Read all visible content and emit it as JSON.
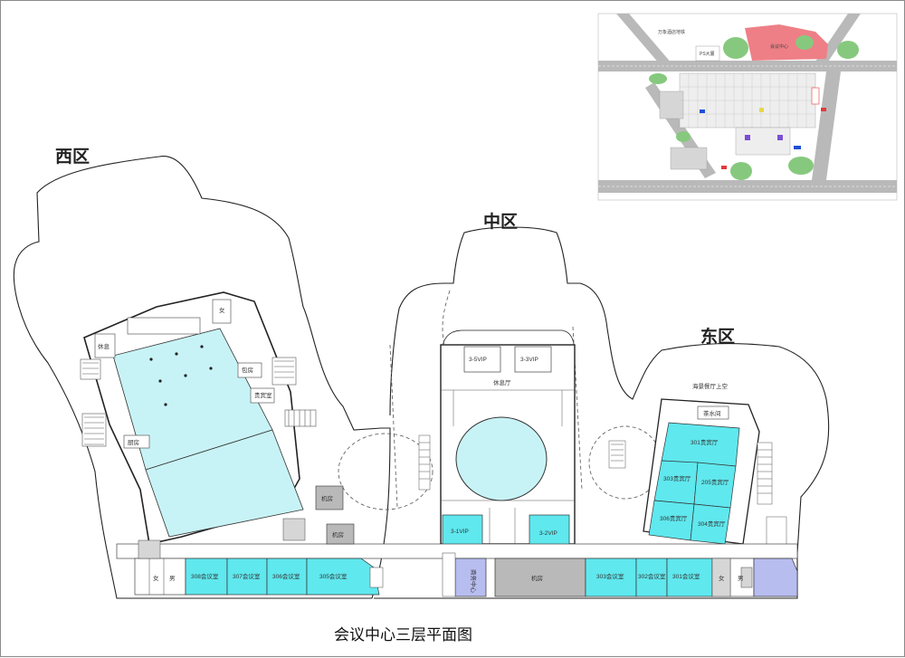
{
  "zones": {
    "west": "西区",
    "middle": "中区",
    "east": "东区"
  },
  "title": "会议中心三层平面图",
  "rooms": {
    "r308": "308会议室",
    "r307": "307会议室",
    "r306": "306会议室",
    "r305": "305会议室",
    "r303": "303会议室",
    "r302": "302会议室",
    "r301": "301会议室",
    "biz": "商务中心",
    "machine": "机房",
    "machine2": "机房",
    "machine3": "机房",
    "female": "女",
    "male": "男",
    "female2": "女",
    "male2": "男",
    "female3": "女",
    "vip35": "3-5VIP",
    "vip33": "3-3VIP",
    "vip31": "3-1VIP",
    "vip32": "3-2VIP",
    "lounge": "休息厅",
    "sea_view": "海景餐厅上空",
    "banquet1": "301贵宾厅",
    "banquet3": "303贵宾厅",
    "banquet2": "205贵宾厅",
    "banquet4": "304贵宾厅",
    "banquet5": "306贵宾厅",
    "tea": "茶水间",
    "baofang": "包房",
    "west_a": "休息",
    "west_b": "贵宾室",
    "west_c": "厨房"
  },
  "inset_map": {
    "metro": "万象酒店地铁",
    "center": "会议中心",
    "ps": "PS大厦"
  },
  "colors": {
    "cyan": "#5fe8ee",
    "light_cyan": "#c8f3f6",
    "lilac": "#b8bdf0",
    "gray": "#b9b9b9",
    "pink": "#ee7f86",
    "green": "#86c97e"
  }
}
